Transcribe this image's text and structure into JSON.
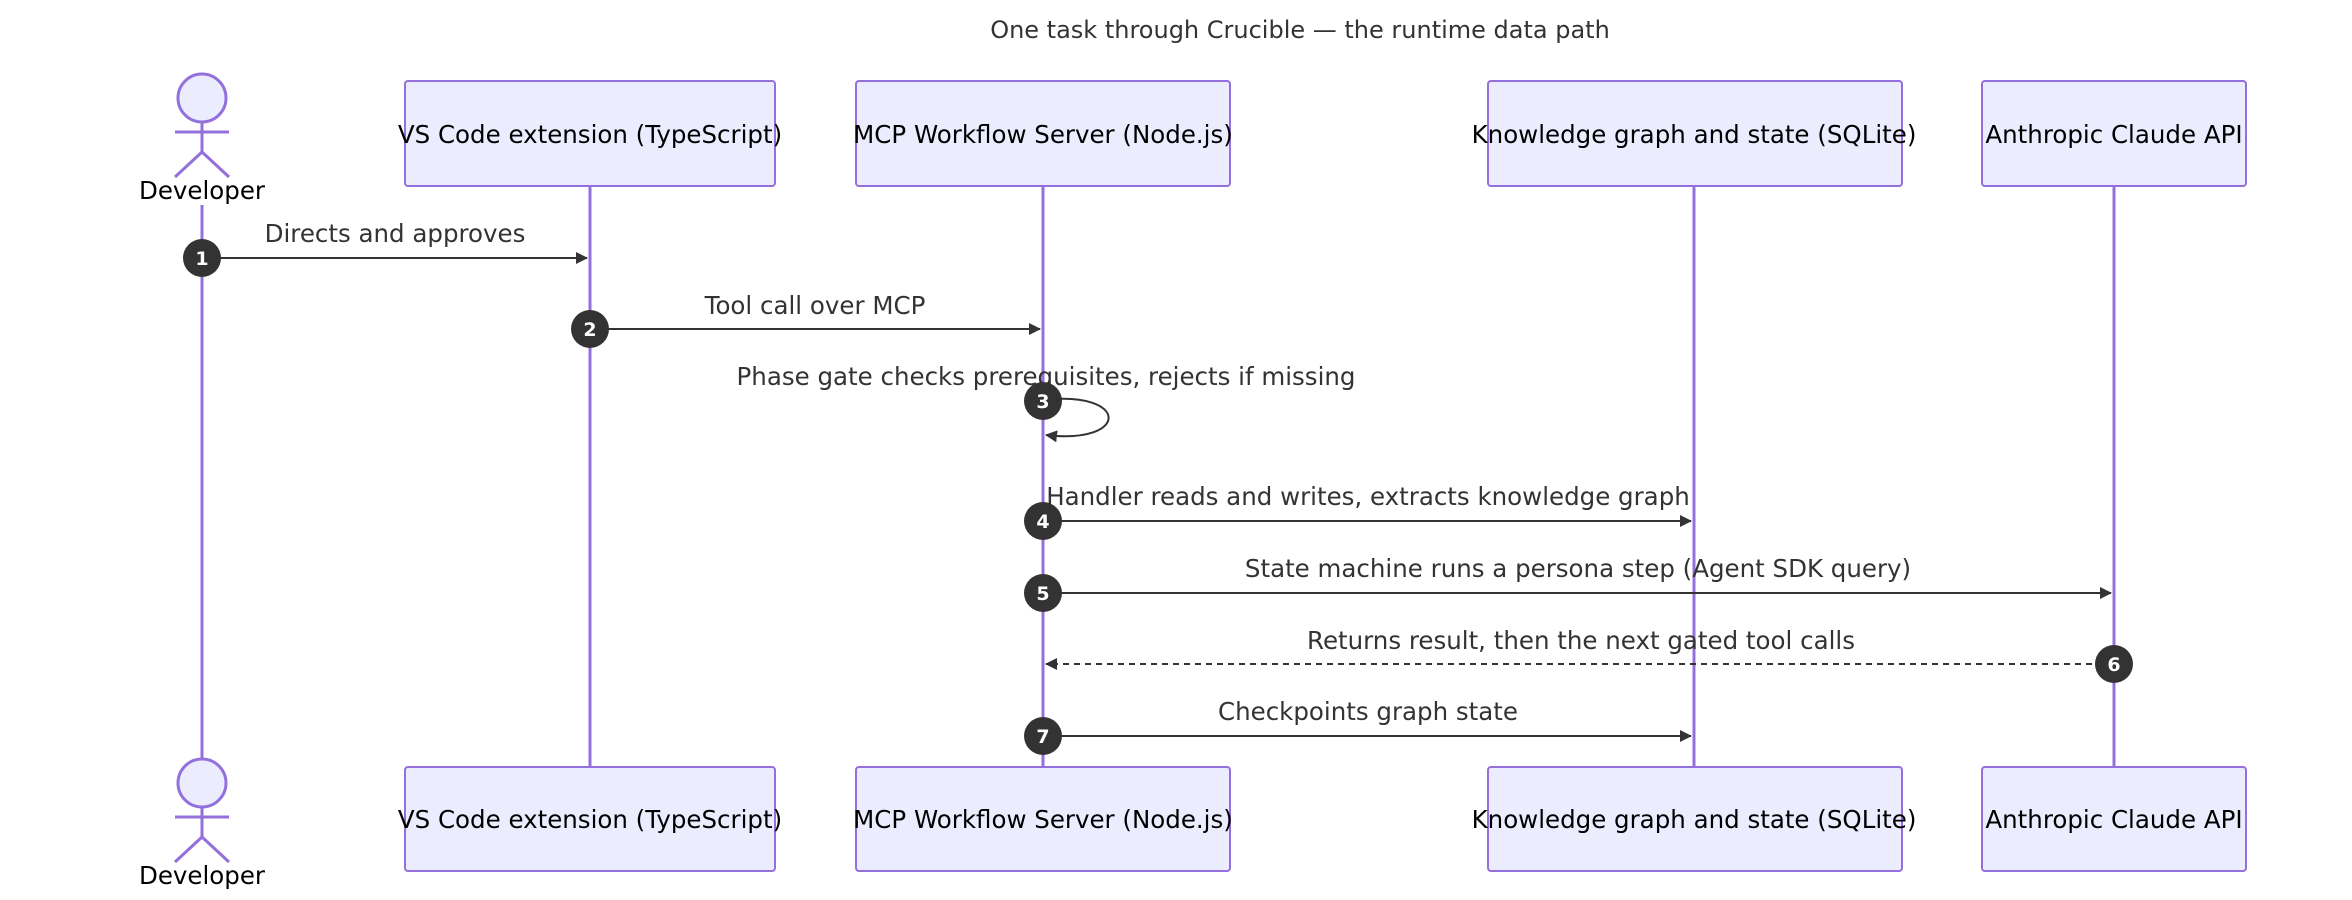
{
  "title": "One task through Crucible — the runtime data path",
  "actor": {
    "label": "Developer"
  },
  "participants": [
    {
      "label": "VS Code extension (TypeScript)"
    },
    {
      "label": "MCP Workflow Server (Node.js)"
    },
    {
      "label": "Knowledge graph and state (SQLite)"
    },
    {
      "label": "Anthropic Claude API"
    }
  ],
  "messages": [
    {
      "number": "1",
      "text": "Directs and approves",
      "from": "Developer",
      "to": "VS Code extension (TypeScript)",
      "style": "solid"
    },
    {
      "number": "2",
      "text": "Tool call over MCP",
      "from": "VS Code extension (TypeScript)",
      "to": "MCP Workflow Server (Node.js)",
      "style": "solid"
    },
    {
      "number": "3",
      "text": "Phase gate checks prerequisites, rejects if missing",
      "from": "MCP Workflow Server (Node.js)",
      "to": "MCP Workflow Server (Node.js)",
      "style": "self"
    },
    {
      "number": "4",
      "text": "Handler reads and writes, extracts knowledge graph",
      "from": "MCP Workflow Server (Node.js)",
      "to": "Knowledge graph and state (SQLite)",
      "style": "solid"
    },
    {
      "number": "5",
      "text": "State machine runs a persona step (Agent SDK query)",
      "from": "MCP Workflow Server (Node.js)",
      "to": "Anthropic Claude API",
      "style": "solid"
    },
    {
      "number": "6",
      "text": "Returns result, then the next gated tool calls",
      "from": "Anthropic Claude API",
      "to": "MCP Workflow Server (Node.js)",
      "style": "dashed"
    },
    {
      "number": "7",
      "text": "Checkpoints graph state",
      "from": "MCP Workflow Server (Node.js)",
      "to": "Knowledge graph and state (SQLite)",
      "style": "solid"
    }
  ]
}
